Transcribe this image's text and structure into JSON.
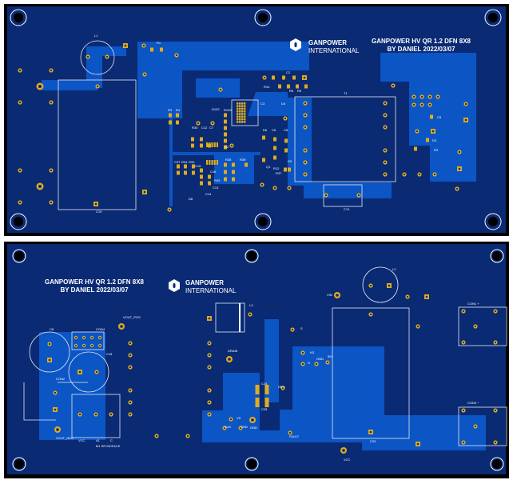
{
  "colors": {
    "board": "#0a2a74",
    "pour": "#0c55c4",
    "pad": "#e0ac1c",
    "silk": "#ffffff",
    "edge": "#000000"
  },
  "top_board": {
    "title_line1": "GANPOWER HV QR 1.2 DFN 8X8",
    "title_line2": "BY DANIEL 2022/03/07",
    "logo_name": "GANPOWER",
    "logo_sub": "INTERNATIONAL",
    "labels": [
      "L1",
      "R1",
      "C2",
      "R10",
      "R6",
      "R5",
      "D4",
      "T1",
      "R3",
      "R4",
      "D102",
      "R103",
      "R30",
      "C12",
      "C7",
      "D6",
      "C6",
      "C8",
      "C37",
      "R34",
      "R33",
      "C15",
      "R28",
      "R39",
      "C16",
      "R29",
      "C13",
      "C14",
      "D8",
      "Q1",
      "R12",
      "R37",
      "D5",
      "C3",
      "C5",
      "D3",
      "R9",
      "C19",
      "CY1",
      "U2"
    ]
  },
  "bottom_board": {
    "title_line1": "GANPOWER HV QR 1.2 DFN 8X8",
    "title_line2": "BY DANIEL 2022/03/07",
    "logo_name": "GANPOWER",
    "logo_sub": "INTERNATIONAL",
    "labels": [
      "VOUT_POS",
      "C8",
      "CON4",
      "C18",
      "CON2",
      "VOUT_NEG",
      "VCC",
      "A1",
      "C",
      "M1 SR MODULE",
      "L3",
      "DRAIN",
      "S",
      "VIN",
      "L2",
      "CON1  +",
      "CON3  −",
      "C20",
      "KS",
      "G",
      "GND",
      "BO",
      "DRV",
      "C24",
      "C25",
      "VS",
      "AUX",
      "GND",
      "GND",
      "FAULT",
      "VCC"
    ]
  }
}
